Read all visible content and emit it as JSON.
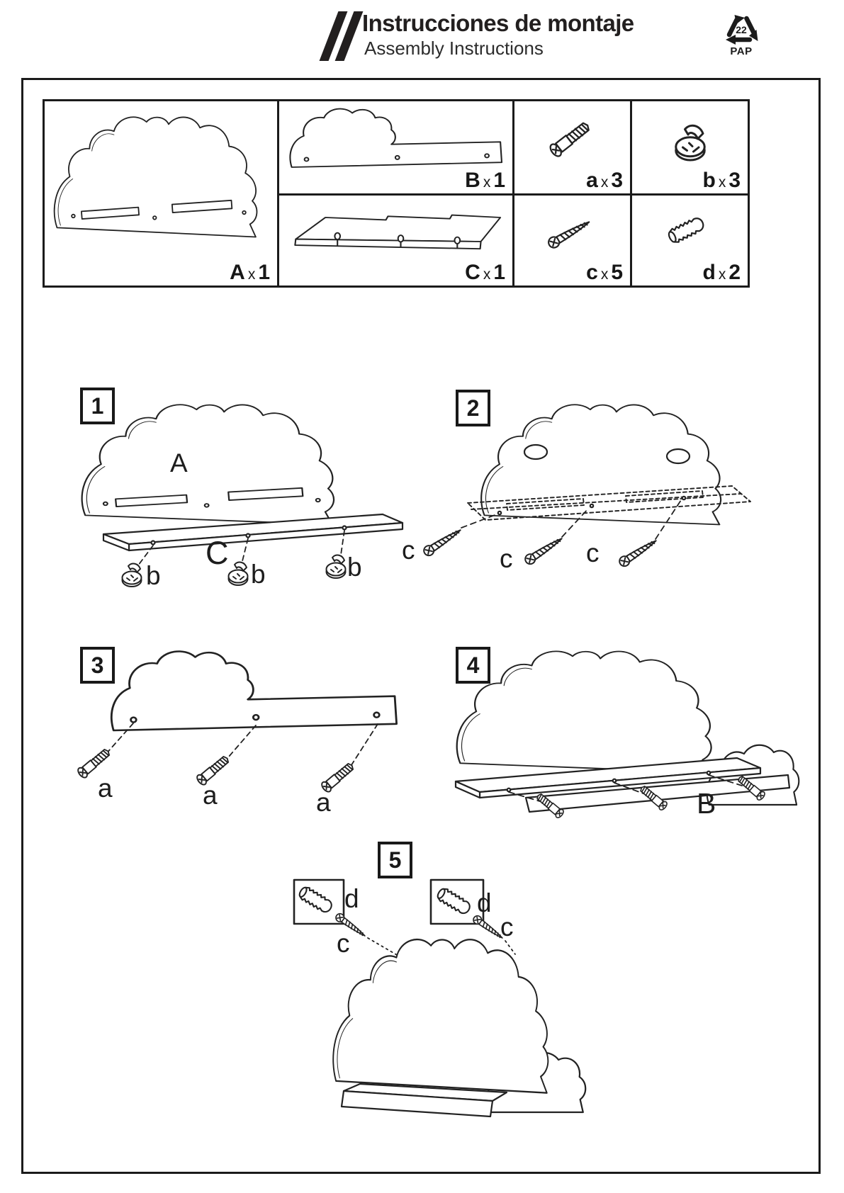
{
  "header": {
    "logo_icon": "double-slash",
    "title": "Instrucciones de montaje",
    "subtitle": "Assembly Instructions",
    "recycling": {
      "code": "22",
      "material": "PAP"
    }
  },
  "parts_table": {
    "panels": [
      {
        "letter": "A",
        "times": "x",
        "qty": "1"
      },
      {
        "letter": "B",
        "times": "x",
        "qty": "1"
      },
      {
        "letter": "C",
        "times": "x",
        "qty": "1"
      }
    ],
    "hardware": [
      {
        "letter": "a",
        "times": "x",
        "qty": "3"
      },
      {
        "letter": "b",
        "times": "x",
        "qty": "3"
      },
      {
        "letter": "c",
        "times": "x",
        "qty": "5"
      },
      {
        "letter": "d",
        "times": "x",
        "qty": "2"
      }
    ]
  },
  "steps": {
    "s1": {
      "number": "1",
      "panel": "A",
      "shelf": "C",
      "fastener": "b"
    },
    "s2": {
      "number": "2",
      "fastener": "c"
    },
    "s3": {
      "number": "3",
      "fastener": "a"
    },
    "s4": {
      "number": "4",
      "panel": "B"
    },
    "s5": {
      "number": "5",
      "plug": "d",
      "screw": "c"
    }
  }
}
